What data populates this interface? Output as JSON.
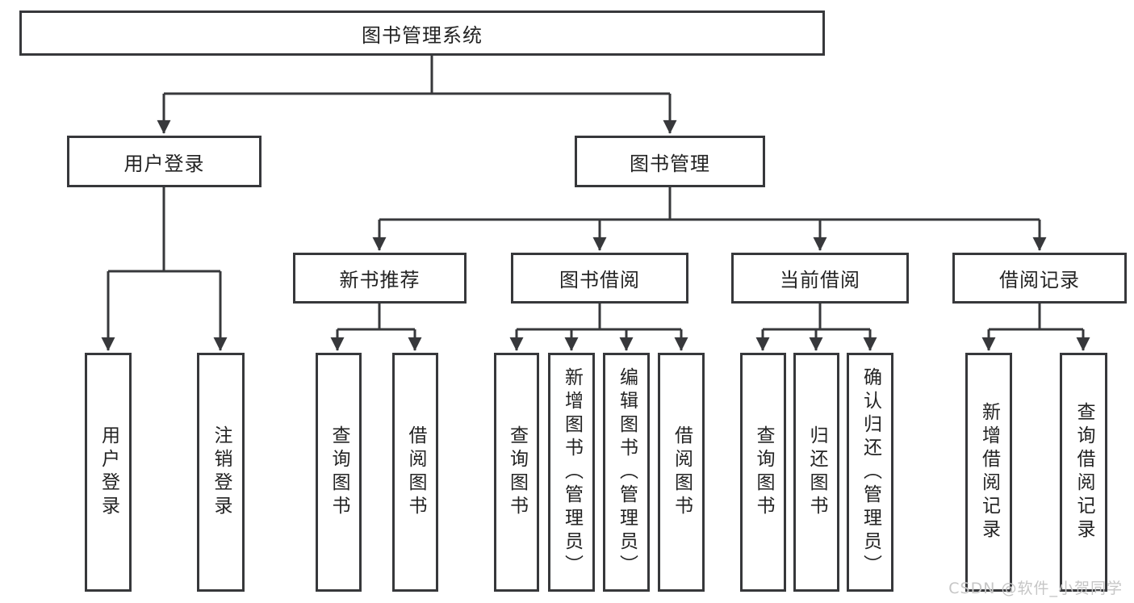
{
  "colors": {
    "line": "#37383b",
    "text": "#232323",
    "watermark": "#c6c6c6",
    "bg": "#ffffff"
  },
  "tree": {
    "root": "图书管理系统",
    "branches": [
      {
        "label": "用户登录",
        "leaves": [
          "用户登录",
          "注销登录"
        ]
      },
      {
        "label": "图书管理",
        "groups": [
          {
            "label": "新书推荐",
            "leaves": [
              "查询图书",
              "借阅图书"
            ]
          },
          {
            "label": "图书借阅",
            "leaves": [
              "查询图书",
              "新增图书（管理员）",
              "编辑图书（管理员）",
              "借阅图书"
            ]
          },
          {
            "label": "当前借阅",
            "leaves": [
              "查询图书",
              "归还图书",
              "确认归还（管理员）"
            ]
          },
          {
            "label": "借阅记录",
            "leaves": [
              "新增借阅记录",
              "查询借阅记录"
            ]
          }
        ]
      }
    ]
  },
  "watermark": "CSDN @软件_小贺同学"
}
